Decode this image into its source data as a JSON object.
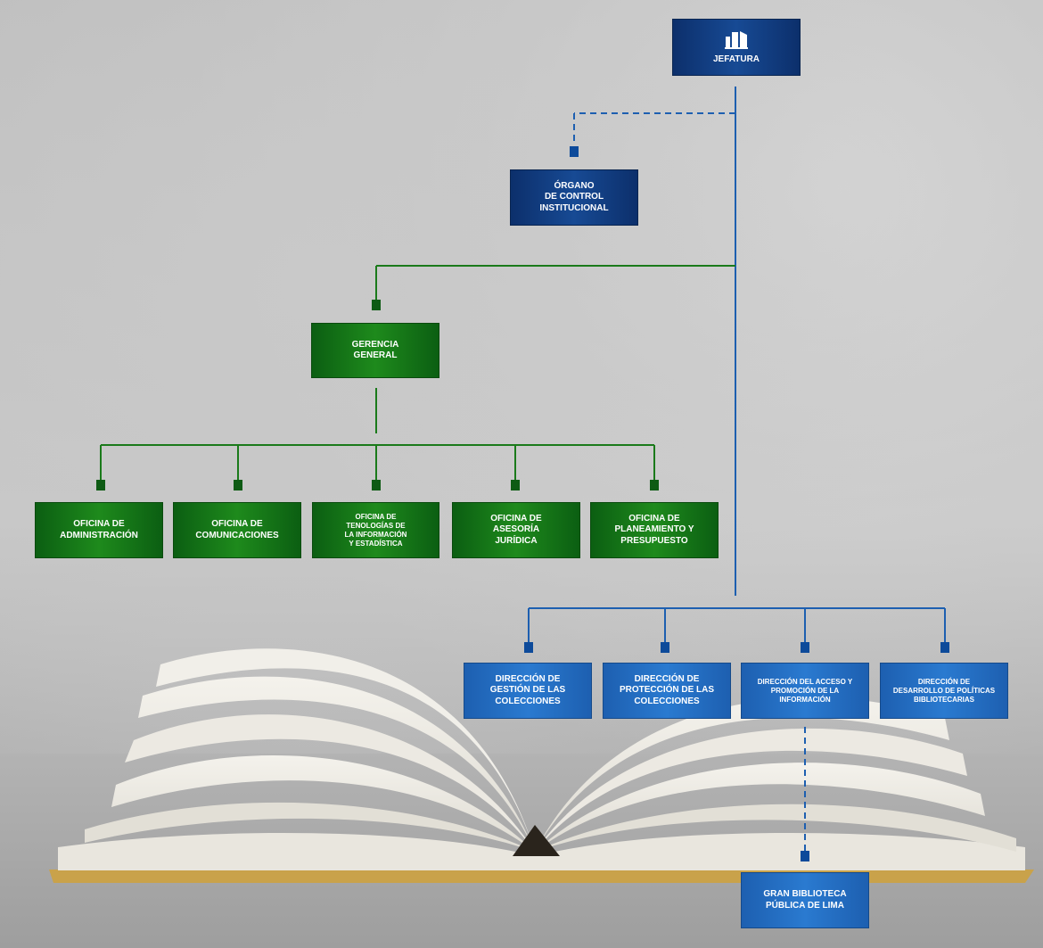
{
  "colors": {
    "green": "#1e8a1c",
    "blue": "#2a7ad0",
    "navy": "#0c2f6b",
    "connector_green": "#1a7a1a",
    "connector_blue": "#1d5fb0"
  },
  "icons": {
    "jefatura": "building-icon",
    "background": "open-book-illustration"
  },
  "org": {
    "jefatura": "JEFATURA",
    "organo_control": [
      "ÓRGANO",
      "DE CONTROL",
      "INSTITUCIONAL"
    ],
    "gerencia_general": [
      "GERENCIA",
      "GENERAL"
    ],
    "oficinas": [
      [
        "OFICINA DE",
        "ADMINISTRACIÓN"
      ],
      [
        "OFICINA DE",
        "COMUNICACIONES"
      ],
      [
        "OFICINA DE",
        "TENOLOGÍAS DE",
        "LA INFORMACIÓN",
        "Y ESTADÍSTICA"
      ],
      [
        "OFICINA DE",
        "ASESORÍA",
        "JURÍDICA"
      ],
      [
        "OFICINA DE",
        "PLANEAMIENTO Y",
        "PRESUPUESTO"
      ]
    ],
    "direcciones": [
      [
        "DIRECCIÓN DE",
        "GESTIÓN DE LAS",
        "COLECCIONES"
      ],
      [
        "DIRECCIÓN DE",
        "PROTECCIÓN DE LAS",
        "COLECCIONES"
      ],
      [
        "DIRECCIÓN DEL ACCESO Y",
        "PROMOCIÓN DE LA",
        "INFORMACIÓN"
      ],
      [
        "DIRECCIÓN DE",
        "DESARROLLO DE POLÍTICAS",
        "BIBLIOTECARIAS"
      ]
    ],
    "gran_biblioteca": [
      "GRAN BIBLIOTECA",
      "PÚBLICA DE LIMA"
    ]
  }
}
